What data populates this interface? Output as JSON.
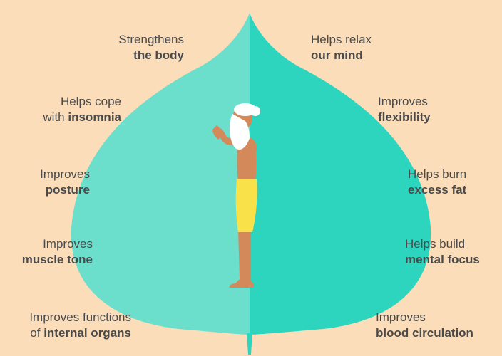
{
  "colors": {
    "background": "#FBDDBA",
    "leaf_left": "#6BDFCC",
    "leaf_right": "#2DD5BE",
    "text": "#4A4A4A",
    "skin": "#D4895B",
    "beard": "#FFFFFF",
    "dhoti": "#F9E14A"
  },
  "benefits_left": [
    {
      "line1": "Strengthens",
      "line2_plain": "",
      "line2_bold": "the body"
    },
    {
      "line1": "Helps cope",
      "line2_plain": "with ",
      "line2_bold": "insomnia"
    },
    {
      "line1": "Improves",
      "line2_plain": "",
      "line2_bold": "posture"
    },
    {
      "line1": "Improves",
      "line2_plain": "",
      "line2_bold": "muscle tone"
    },
    {
      "line1": "Improves functions",
      "line2_plain": "of ",
      "line2_bold": "internal organs"
    }
  ],
  "benefits_right": [
    {
      "line1": "Helps relax",
      "line2_plain": "",
      "line2_bold": "our mind"
    },
    {
      "line1": "Improves",
      "line2_plain": "",
      "line2_bold": "flexibility"
    },
    {
      "line1": "Helps burn",
      "line2_plain": "",
      "line2_bold": "excess fat"
    },
    {
      "line1": "Helps build",
      "line2_plain": "",
      "line2_bold": "mental focus"
    },
    {
      "line1": "Improves",
      "line2_plain": "",
      "line2_bold": "blood circulation"
    }
  ]
}
